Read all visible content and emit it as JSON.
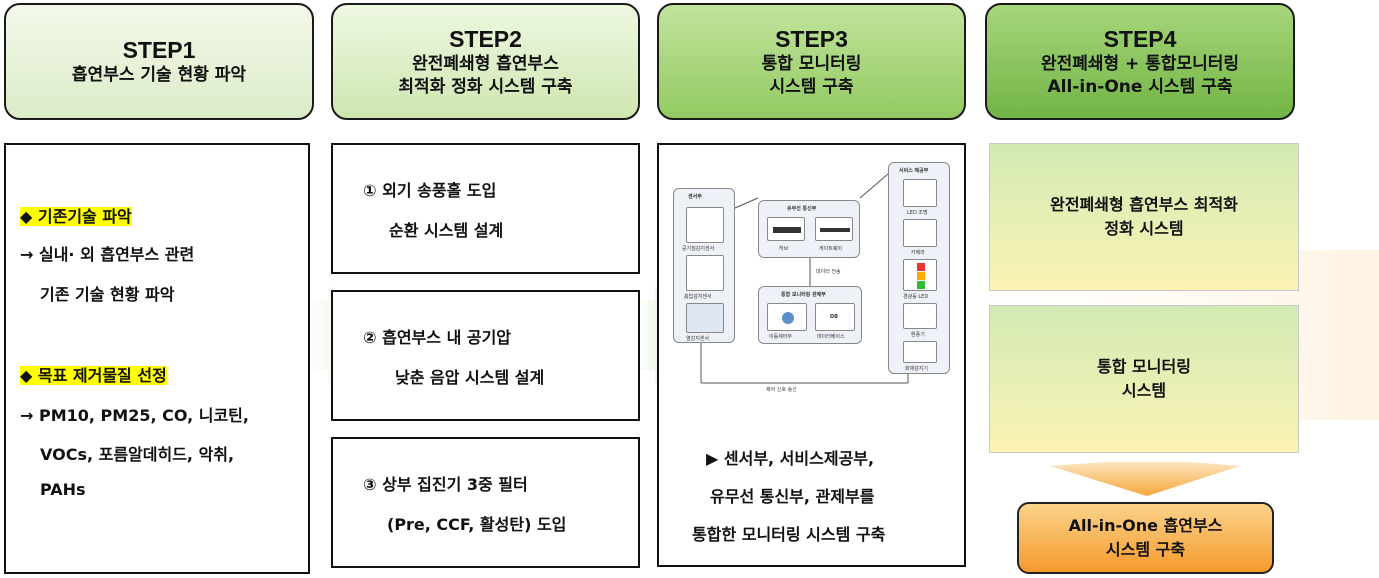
{
  "steps": [
    {
      "title": "STEP1",
      "line1": "흡연부스 기술 현황 파악",
      "line2": ""
    },
    {
      "title": "STEP2",
      "line1": "완전폐쇄형 흡연부스",
      "line2": "최적화 정화 시스템 구축"
    },
    {
      "title": "STEP3",
      "line1": "통합 모니터링",
      "line2": "시스템 구축"
    },
    {
      "title": "STEP4",
      "line1": "완전폐쇄형 + 통합모니터링",
      "line2": "All-in-One 시스템 구축"
    }
  ],
  "step1": {
    "heading1": "◆ 기존기술 파악",
    "item1_line1": "→ 실내·  외 흡연부스 관련",
    "item1_line2": "기존 기술 현황 파악",
    "heading2": "◆ 목표 제거물질 선정",
    "item2_line1": "→ PM10, PM25, CO, 니코틴,",
    "item2_line2": "VOCs, 포름알데히드, 악취,",
    "item2_line3": "PAHs"
  },
  "step2": {
    "box1_line1": "① 외기 송풍홀 도입",
    "box1_line2": "순환 시스템 설계",
    "box2_line1": "② 흡연부스 내 공기압",
    "box2_line2": "낮춘 음압 시스템 설계",
    "box3_line1": "③ 상부 집진기 3중 필터",
    "box3_line2": "(Pre, CCF, 활성탄) 도입"
  },
  "step3": {
    "diagram": {
      "sensor": "센서부",
      "sensor_items": [
        "공기질감지센서",
        "흡입감지센서",
        "열감지센서"
      ],
      "comm": "유무선 통신부",
      "comm_items": [
        "허브",
        "게이트웨이"
      ],
      "data_label": "데이터 전송",
      "control": "통합 모니터링 관제부",
      "control_items": [
        "이동제어부",
        "데이터베이스"
      ],
      "service": "서비스 제공부",
      "service_items": [
        "LED 조명",
        "카메라",
        "경광등 LED",
        "환풍기",
        "화재감지기"
      ],
      "signal_label": "제어 신호 송신",
      "db_icon": "DB"
    },
    "desc_line1": "▶ 센서부, 서비스제공부,",
    "desc_line2": "유무선 통신부, 관제부를",
    "desc_line3": "통합한 모니터링 시스템 구축"
  },
  "step4": {
    "box1_line1": "완전폐쇄형 흡연부스 최적화",
    "box1_line2": "정화 시스템",
    "box2_line1": "통합 모니터링",
    "box2_line2": "시스템",
    "result_line1": "All-in-One 흡연부스",
    "result_line2": "시스템 구축"
  },
  "colors": {
    "highlight": "#ffff00",
    "result_orange": "#f59a2c",
    "step_green": "#93ca62"
  }
}
